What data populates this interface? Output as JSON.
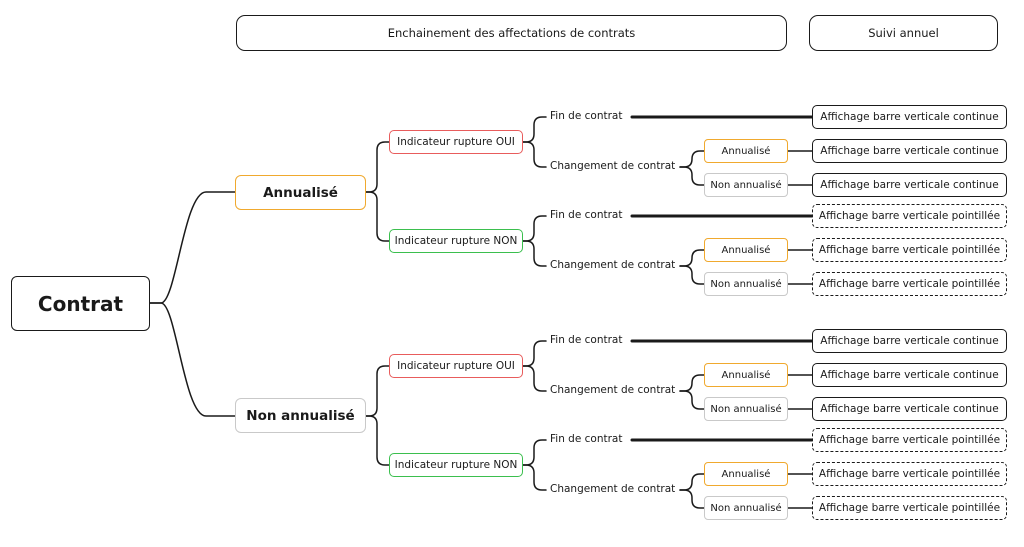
{
  "headers": {
    "chain": "Enchainement des affectations de contrats",
    "annual": "Suivi annuel"
  },
  "root": {
    "label": "Contrat"
  },
  "colors": {
    "orange": "#F0A92E",
    "grey": "#C9C9C9",
    "red": "#E85C5C",
    "green": "#3BBF4E",
    "dark": "#1a1a1a"
  },
  "groups": [
    {
      "label": "Annualisé",
      "color": "orange",
      "indicators": [
        {
          "label": "Indicateur rupture OUI",
          "color": "red",
          "end_label": "Fin de contrat",
          "end_result": "Affichage barre verticale continue",
          "change_label": "Changement de contrat",
          "changes": [
            {
              "label": "Annualisé",
              "color": "orange",
              "result": "Affichage barre verticale continue"
            },
            {
              "label": "Non annualisé",
              "color": "grey",
              "result": "Affichage barre verticale continue"
            }
          ],
          "dashed": false
        },
        {
          "label": "Indicateur rupture NON",
          "color": "green",
          "end_label": "Fin de contrat",
          "end_result": "Affichage barre verticale pointillée",
          "change_label": "Changement de contrat",
          "changes": [
            {
              "label": "Annualisé",
              "color": "orange",
              "result": "Affichage barre verticale pointillée"
            },
            {
              "label": "Non annualisé",
              "color": "grey",
              "result": "Affichage barre verticale pointillée"
            }
          ],
          "dashed": true
        }
      ]
    },
    {
      "label": "Non annualisé",
      "color": "grey",
      "indicators": [
        {
          "label": "Indicateur rupture OUI",
          "color": "red",
          "end_label": "Fin de contrat",
          "end_result": "Affichage barre verticale continue",
          "change_label": "Changement de contrat",
          "changes": [
            {
              "label": "Annualisé",
              "color": "orange",
              "result": "Affichage barre verticale continue"
            },
            {
              "label": "Non annualisé",
              "color": "grey",
              "result": "Affichage barre verticale continue"
            }
          ],
          "dashed": false
        },
        {
          "label": "Indicateur rupture NON",
          "color": "green",
          "end_label": "Fin de contrat",
          "end_result": "Affichage barre verticale pointillée",
          "change_label": "Changement de contrat",
          "changes": [
            {
              "label": "Annualisé",
              "color": "orange",
              "result": "Affichage barre verticale pointillée"
            },
            {
              "label": "Non annualisé",
              "color": "grey",
              "result": "Affichage barre verticale pointillée"
            }
          ],
          "dashed": true
        }
      ]
    }
  ]
}
